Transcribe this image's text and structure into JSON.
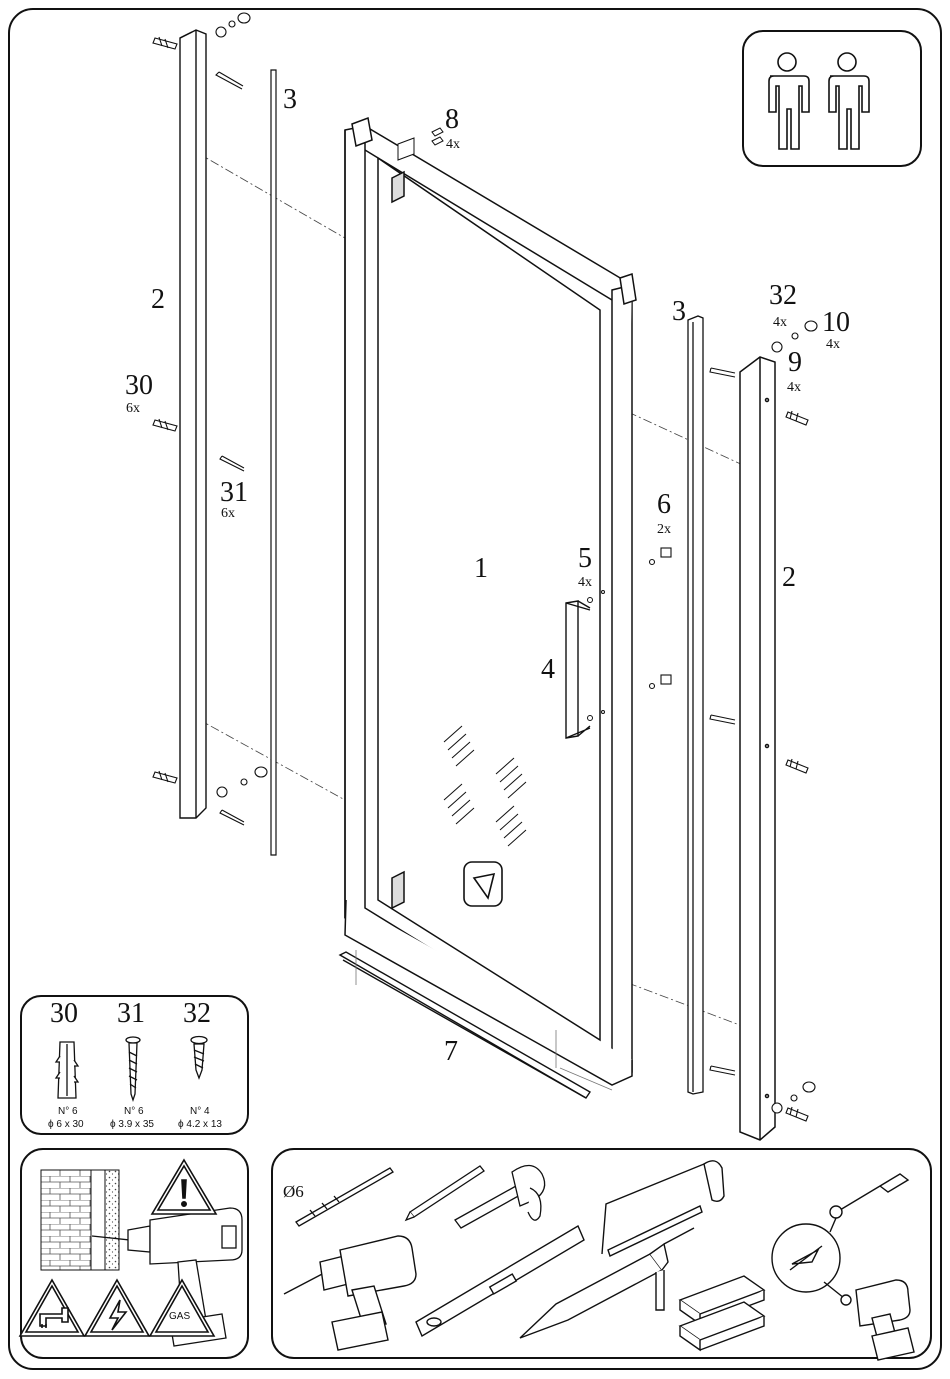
{
  "diagram": {
    "parts": {
      "door": {
        "number": "1"
      },
      "wall_profile_left": {
        "number": "2"
      },
      "wall_profile_right": {
        "number": "2"
      },
      "seal_left": {
        "number": "3"
      },
      "seal_right": {
        "number": "3"
      },
      "handle": {
        "number": "4"
      },
      "handle_screw": {
        "number": "5",
        "qty": "4x"
      },
      "magnet_catch": {
        "number": "6",
        "qty": "2x"
      },
      "bottom_sweep": {
        "number": "7"
      },
      "top_cap": {
        "number": "8",
        "qty": "4x"
      },
      "washer": {
        "number": "9",
        "qty": "4x"
      },
      "cover_cap": {
        "number": "10",
        "qty": "4x"
      },
      "wall_plug": {
        "number": "30",
        "qty": "6x"
      },
      "wall_screw": {
        "number": "31",
        "qty": "6x"
      },
      "profile_screw": {
        "number": "32",
        "qty": "4x"
      }
    },
    "hardware_legend": [
      {
        "number": "30",
        "line1": "N° 6",
        "line2": "ϕ 6 x 30"
      },
      {
        "number": "31",
        "line1": "N° 6",
        "line2": "ϕ 3.9 x 35"
      },
      {
        "number": "32",
        "line1": "N° 4",
        "line2": "ϕ 4.2 x 13"
      }
    ],
    "people_icon": "two-persons-icon",
    "warnings": {
      "general": "warning-exclamation-icon",
      "water": "water-pipe-warning-icon",
      "electric": "electric-warning-icon",
      "gas_label": "GAS"
    },
    "tools": {
      "drill_bit_label": "Ø6",
      "items": [
        "drill-bit-icon",
        "pencil-icon",
        "tape-measure-icon",
        "hacksaw-icon",
        "cordless-drill-icon",
        "spirit-level-icon",
        "caulking-gun-icon",
        "padding-blocks-icon",
        "screwdriver-icon",
        "drill-detail-icon"
      ]
    }
  }
}
